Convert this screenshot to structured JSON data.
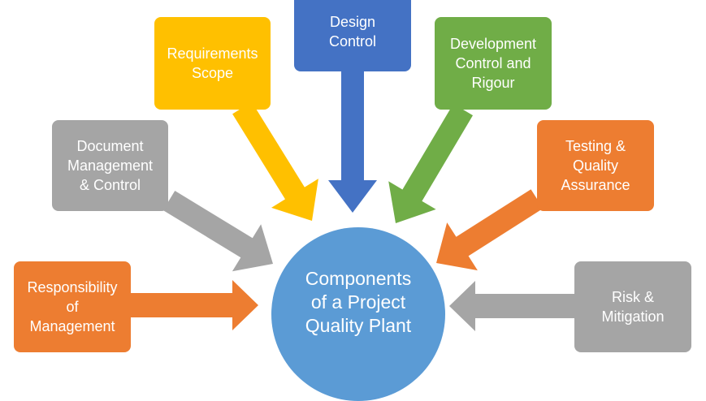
{
  "colors": {
    "gray": "#a5a5a5",
    "yellow": "#ffc000",
    "blue_dark": "#4472c4",
    "green": "#70ad47",
    "orange": "#ed7d31",
    "center_blue": "#5b9bd5"
  },
  "center": {
    "label": "Components\nof a Project\nQuality Plant"
  },
  "components": [
    {
      "id": "responsibility",
      "label": "Responsibility\nof\nManagement",
      "color": "#ed7d31"
    },
    {
      "id": "document",
      "label": "Document\nManagement\n& Control",
      "color": "#a5a5a5"
    },
    {
      "id": "requirements",
      "label": "Requirements\nScope",
      "color": "#ffc000"
    },
    {
      "id": "design",
      "label": "Design\nControl",
      "color": "#4472c4"
    },
    {
      "id": "development",
      "label": "Development\nControl and\nRigour",
      "color": "#70ad47"
    },
    {
      "id": "testing",
      "label": "Testing &\nQuality\nAssurance",
      "color": "#ed7d31"
    },
    {
      "id": "risk",
      "label": "Risk &\nMitigation",
      "color": "#a5a5a5"
    }
  ]
}
